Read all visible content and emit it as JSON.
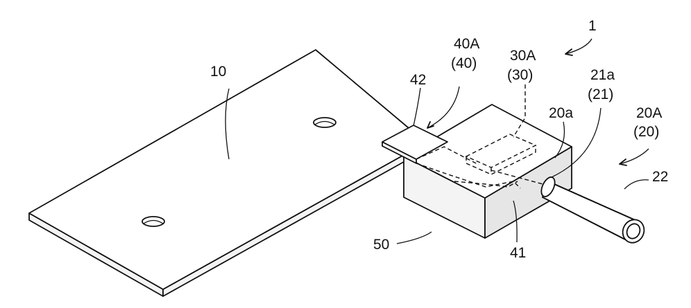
{
  "figure": {
    "labels": {
      "ref_1": "1",
      "ref_10": "10",
      "ref_40A": "40A",
      "ref_40": "(40)",
      "ref_42": "42",
      "ref_30A": "30A",
      "ref_30": "(30)",
      "ref_20a": "20a",
      "ref_21a": "21a",
      "ref_21": "(21)",
      "ref_20A": "20A",
      "ref_20": "(20)",
      "ref_22": "22",
      "ref_50": "50",
      "ref_41": "41"
    }
  }
}
